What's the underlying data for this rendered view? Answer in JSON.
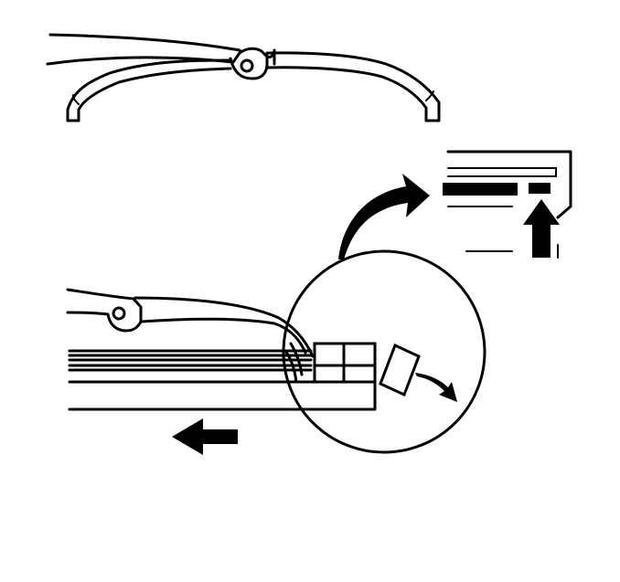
{
  "diagram": {
    "style": "monochrome line illustration",
    "ink_color": "#000000",
    "background_color": "#ffffff",
    "components": [
      "wiper-arm-upper",
      "wiper-blade-frame",
      "wiper-arm-lower",
      "wiper-blade-insert",
      "retaining-clip",
      "detail-circle",
      "detail-inset",
      "direction-arrows"
    ]
  }
}
